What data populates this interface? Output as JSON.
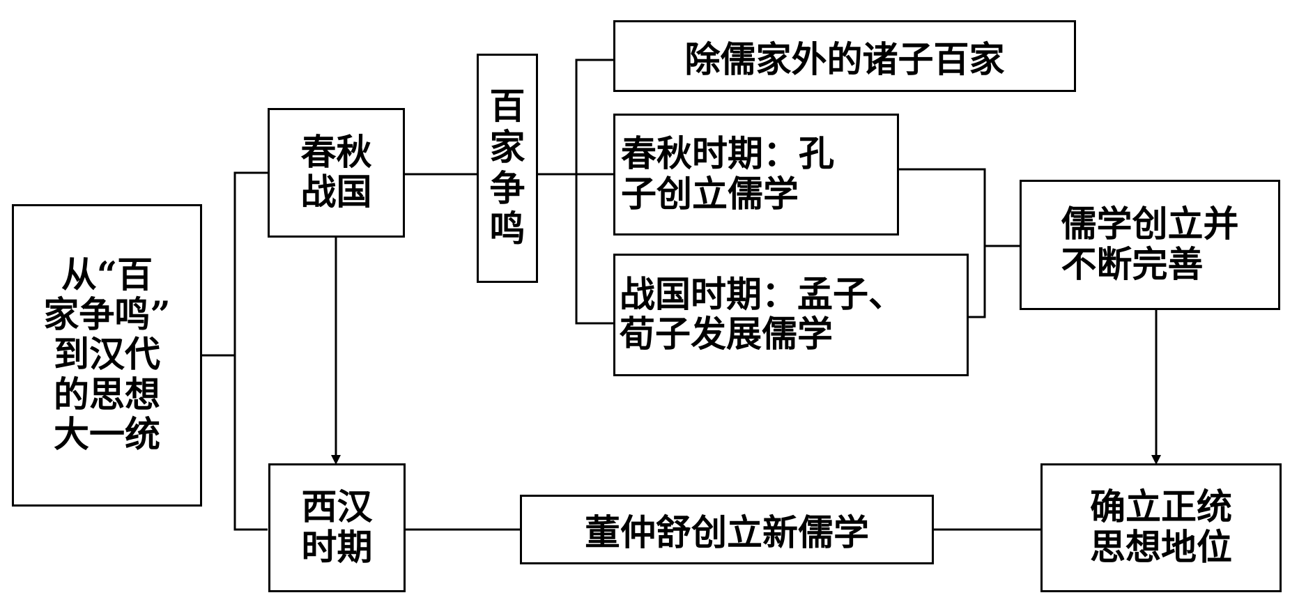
{
  "diagram": {
    "root": "从“百\n家争鸣”\n到汉代\n的思想\n大一统",
    "chunqiu_zhanguo": "春秋\n战国",
    "xihan": "西汉\n时期",
    "baijia": "百\n家\n争\n鸣",
    "zhuzi": "除儒家外的诸子百家",
    "kongzi": "春秋时期：孔\n子创立儒学",
    "mengxun": "战国时期：孟子、\n荀子发展儒学",
    "rujia": "儒学创立并\n不断完善",
    "dong": "董仲舒创立新儒学",
    "zhengtong": "确立正统\n思想地位"
  }
}
